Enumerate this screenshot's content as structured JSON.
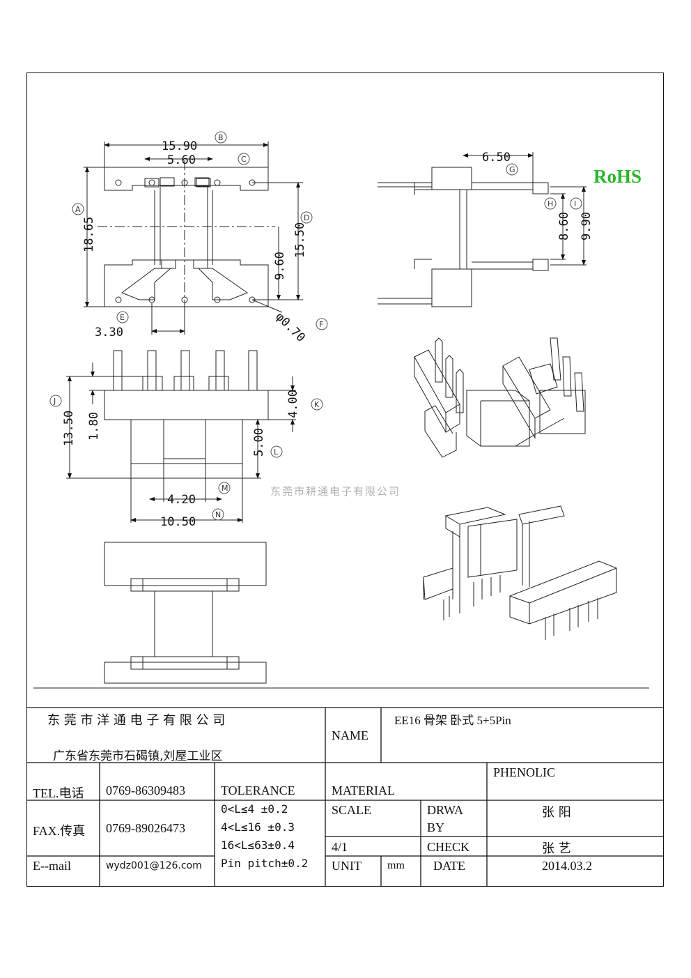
{
  "logo": {
    "rohs": "RoHS"
  },
  "watermark": "东莞市耕通电子有限公司",
  "dimensions": {
    "d_15_90": "15.90",
    "c_B": "B",
    "d_5_60": "5.60",
    "c_C": "C",
    "d_18_65": "18.65",
    "c_A": "A",
    "d_15_50": "15.50",
    "c_D": "D",
    "d_9_60": "9.60",
    "d_3_30": "3.30",
    "c_E": "E",
    "d_phi_0_70": "φ0.70",
    "c_F": "F",
    "d_6_50": "6.50",
    "c_G": "G",
    "d_8_60": "8.60",
    "c_H": "H",
    "d_9_90": "9.90",
    "c_I": "I",
    "d_13_50": "13.50",
    "c_J": "J",
    "d_1_80": "1.80",
    "d_4_00": "4.00",
    "c_K": "K",
    "d_5_00": "5.00",
    "c_L": "L",
    "d_4_20": "4.20",
    "c_M": "M",
    "d_10_50": "10.50",
    "c_N": "N"
  },
  "title_block": {
    "company": "东 莞 市 洋 通 电 子 有 限 公 司",
    "address": "广东省东莞市石碣镇,刘屋工业区",
    "name_label": "NAME",
    "name_value": "EE16  骨架    卧式 5+5Pin",
    "tel_label": "TEL.电话",
    "tel_value": "0769-86309483",
    "tolerance_label": "TOLERANCE",
    "material_label": "MATERIAL",
    "material_value": "PHENOLIC",
    "fax_label": "FAX.传真",
    "fax_value": "0769-89026473",
    "tolerances": [
      "0<L≤4   ±0.2",
      "4<L≤16  ±0.3",
      "16<L≤63±0.4",
      "Pin pitch±0.2"
    ],
    "scale_label": "SCALE",
    "drawn_label_1": "DRWA",
    "drawn_label_2": "BY",
    "drawn_value": "张  阳",
    "scale_value": "4/1",
    "check_label": "CHECK",
    "check_value": "张  艺",
    "email_label": "E--mail",
    "email_value": "wydz001@126.com",
    "unit_label": "UNIT",
    "unit_value": "mm",
    "date_label": "DATE",
    "date_value": "2014.03.2"
  }
}
